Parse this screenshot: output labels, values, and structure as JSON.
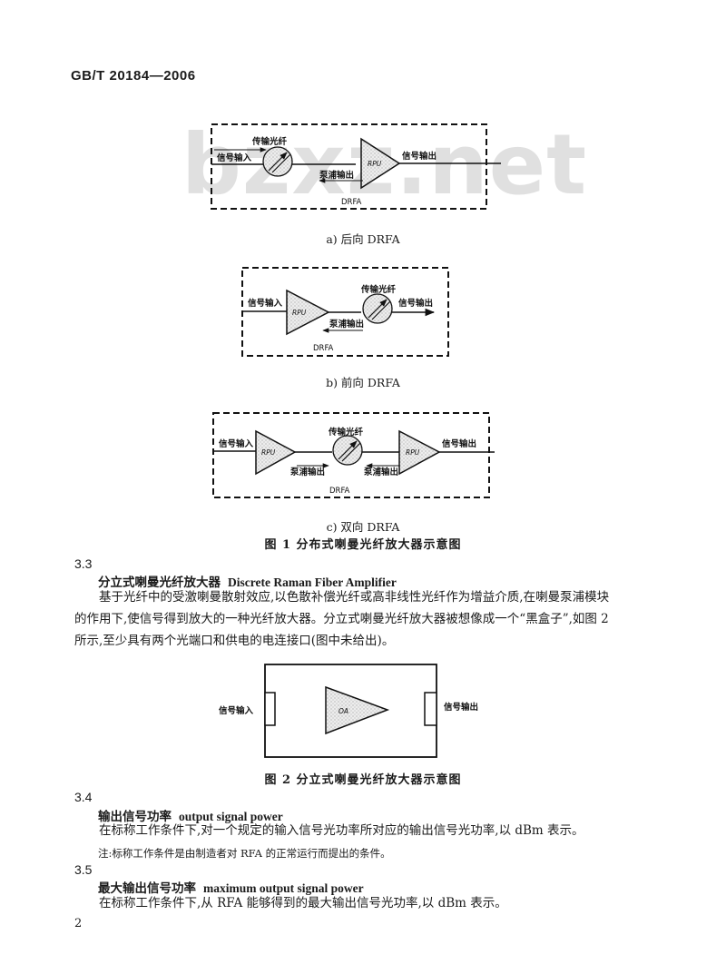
{
  "header": {
    "standard_number": "GB/T 20184—2006"
  },
  "watermark": "bzxz.net",
  "figure1": {
    "a": {
      "caption": "a)  后向 DRFA",
      "fiber_label": "传输光纤",
      "input_label": "信号输入",
      "output_label": "信号输出",
      "pump_label": "泵浦输出",
      "rpu_label": "RPU",
      "box_label": "DRFA"
    },
    "b": {
      "caption": "b)  前向 DRFA",
      "fiber_label": "传输光纤",
      "input_label": "信号输入",
      "output_label": "信号输出",
      "pump_label": "泵浦输出",
      "rpu_label": "RPU",
      "box_label": "DRFA"
    },
    "c": {
      "caption": "c)  双向 DRFA",
      "fiber_label": "传输光纤",
      "input_label": "信号输入",
      "output_label": "信号输出",
      "pump_label_left": "泵浦输出",
      "pump_label_right": "泵浦输出",
      "rpu_left_label": "RPU",
      "rpu_right_label": "RPU",
      "box_label": "DRFA"
    },
    "title": "图 1   分布式喇曼光纤放大器示意图"
  },
  "section_3_3": {
    "number": "3.3",
    "term_cn": "分立式喇曼光纤放大器",
    "term_en": "Discrete Raman Fiber Amplifier",
    "line1": "基于光纤中的受激喇曼散射效应,以色散补偿光纤或高非线性光纤作为增益介质,在喇曼泵浦模块",
    "line2": "的作用下,使信号得到放大的一种光纤放大器。分立式喇曼光纤放大器被想像成一个“黑盒子”,如图 2",
    "line3": "所示,至少具有两个光端口和供电的电连接口(图中未给出)。"
  },
  "figure2": {
    "input_label": "信号输入",
    "output_label": "信号输出",
    "oa_label": "OA",
    "title": "图 2   分立式喇曼光纤放大器示意图"
  },
  "section_3_4": {
    "number": "3.4",
    "term_cn": "输出信号功率",
    "term_en": "output signal power",
    "body": "在标称工作条件下,对一个规定的输入信号光功率所对应的输出信号光功率,以 dBm 表示。",
    "note": "注:标称工作条件是由制造者对 RFA 的正常运行而提出的条件。"
  },
  "section_3_5": {
    "number": "3.5",
    "term_cn": "最大输出信号功率",
    "term_en": "maximum output signal power",
    "body": "在标称工作条件下,从 RFA 能够得到的最大输出信号光功率,以 dBm 表示。"
  },
  "footer": {
    "page_number": "2"
  }
}
